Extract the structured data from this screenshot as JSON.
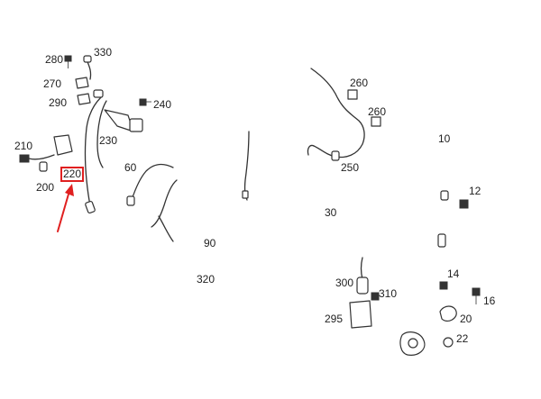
{
  "diagram": {
    "labels": {
      "l280": "280",
      "l330": "330",
      "l270": "270",
      "l290": "290",
      "l240": "240",
      "l210": "210",
      "l230": "230",
      "l220": "220",
      "l200": "200",
      "l60": "60",
      "l260a": "260",
      "l260b": "260",
      "l10": "10",
      "l250": "250",
      "l12": "12",
      "l30": "30",
      "l90": "90",
      "l320": "320",
      "l300": "300",
      "l310": "310",
      "l295": "295",
      "l14": "14",
      "l16": "16",
      "l20": "20",
      "l22": "22"
    },
    "highlight": {
      "part_number": "220",
      "color": "#e02020"
    }
  }
}
